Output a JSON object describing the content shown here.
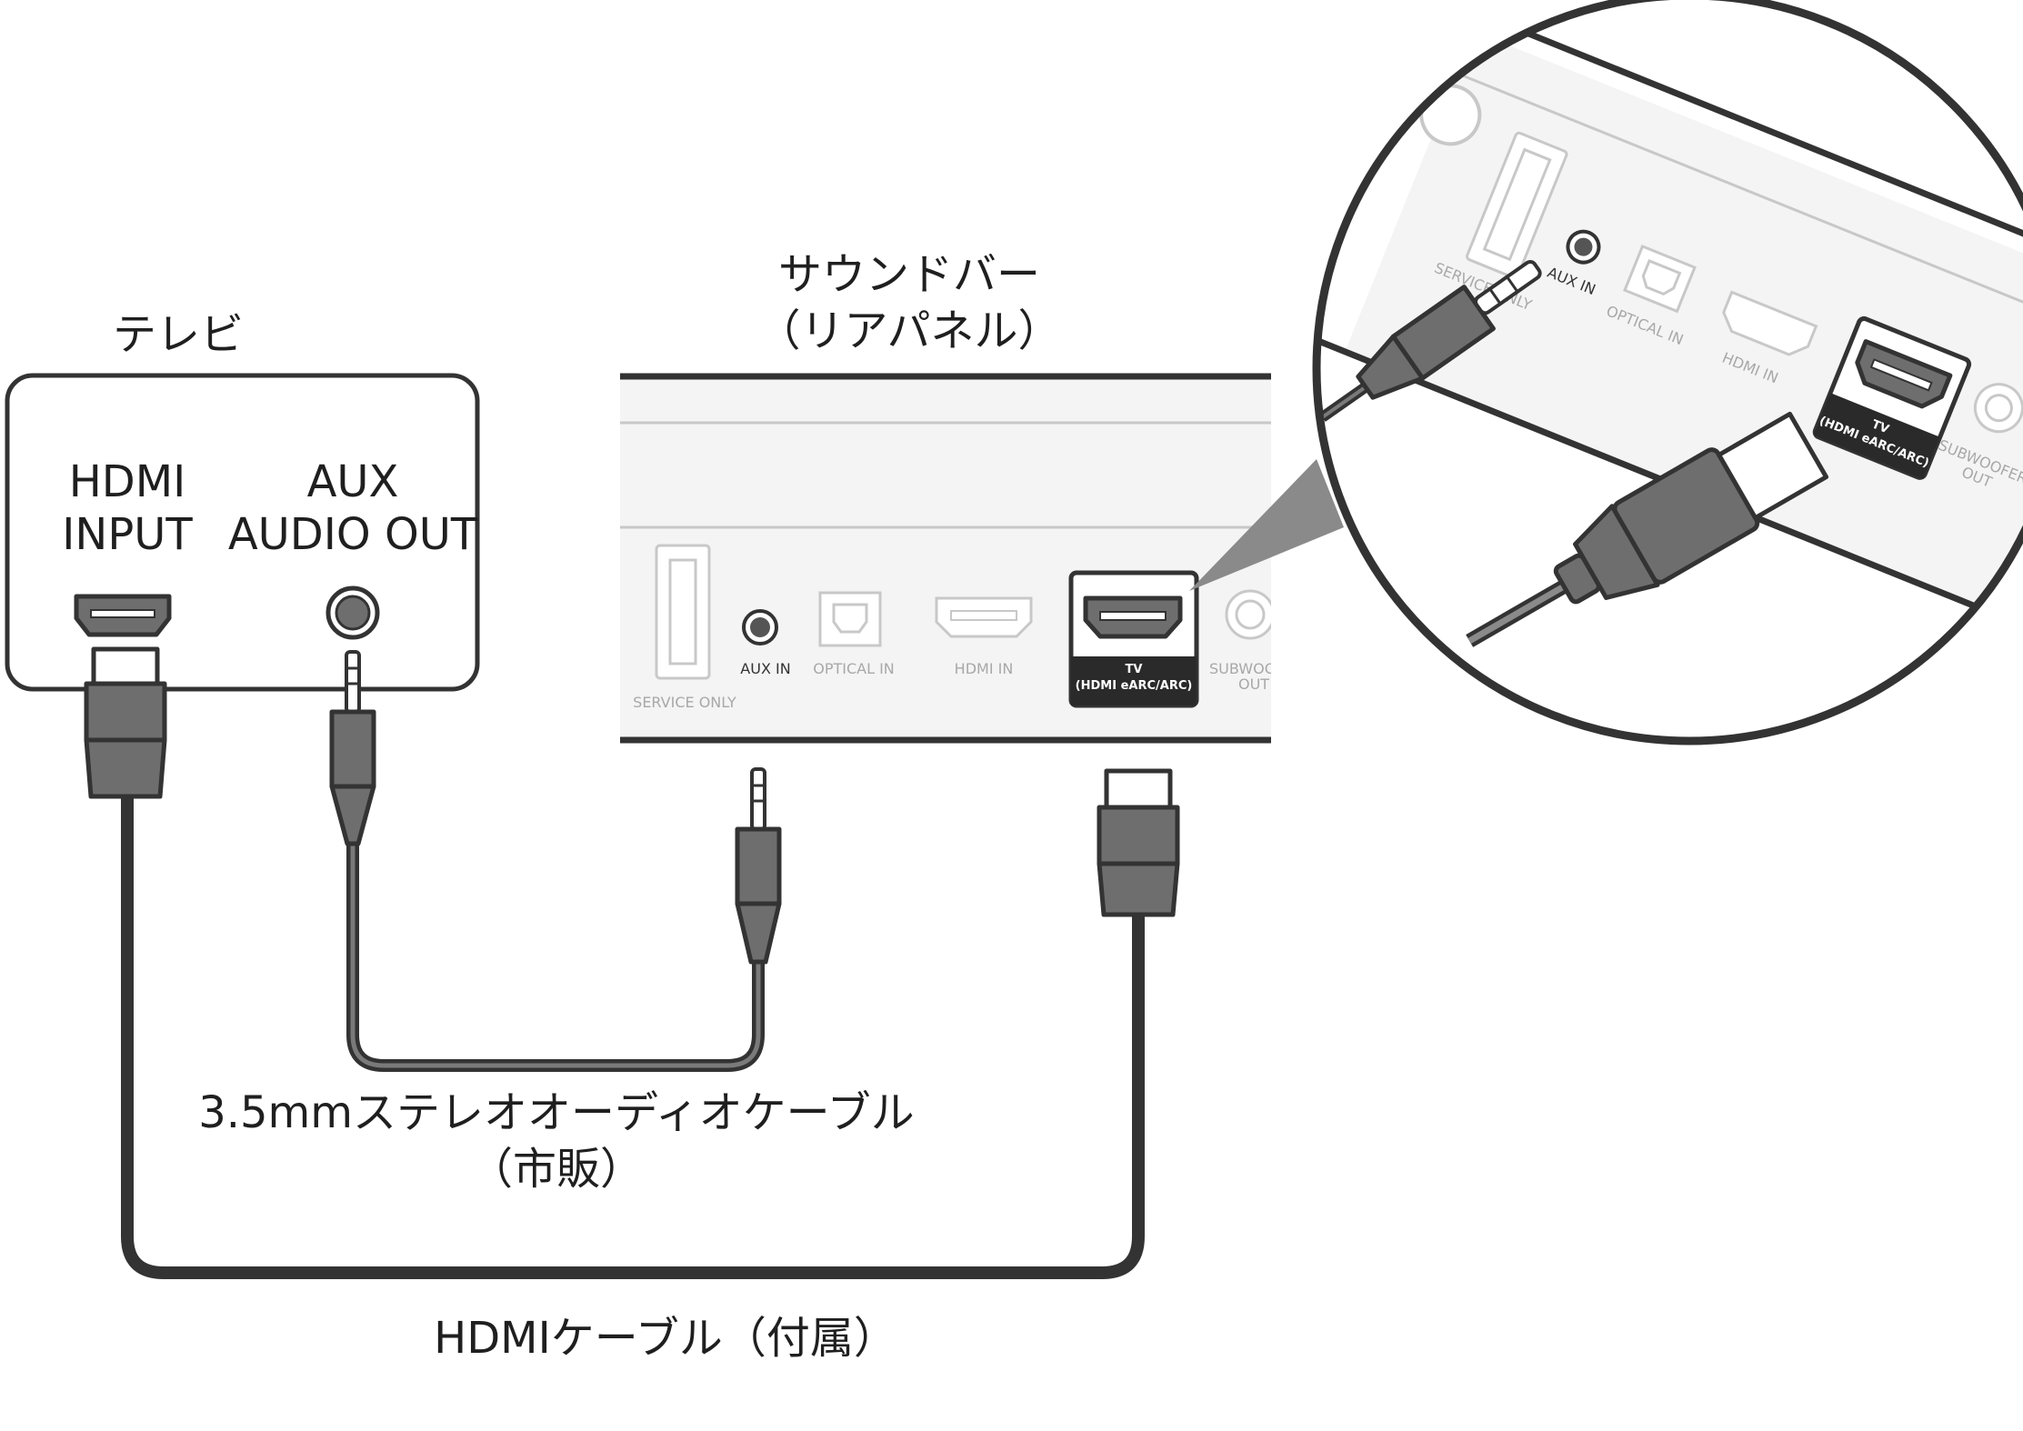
{
  "tv": {
    "title": "テレビ",
    "hdmi_label_1": "HDMI",
    "hdmi_label_2": "INPUT",
    "aux_label_1": "AUX",
    "aux_label_2": "AUDIO OUT"
  },
  "soundbar": {
    "title_1": "サウンドバー",
    "title_2": "（リアパネル）",
    "ports": {
      "service_only": "SERVICE ONLY",
      "aux_in": "AUX IN",
      "optical_in": "OPTICAL IN",
      "hdmi_in": "HDMI IN",
      "tv_1": "TV",
      "tv_2": "(HDMI eARC/ARC)",
      "subwoofer_1": "SUBWOOFER",
      "subwoofer_2": "OUT"
    }
  },
  "cables": {
    "aux_cable_1": "3.5mmステレオオーディオケーブル",
    "aux_cable_2": "（市販）",
    "hdmi_cable": "HDMIケーブル（付属）"
  },
  "colors": {
    "outline": "#333333",
    "connector": "#6e6e6e",
    "panel": "#f4f4f4",
    "faded": "#c8c8c8"
  }
}
